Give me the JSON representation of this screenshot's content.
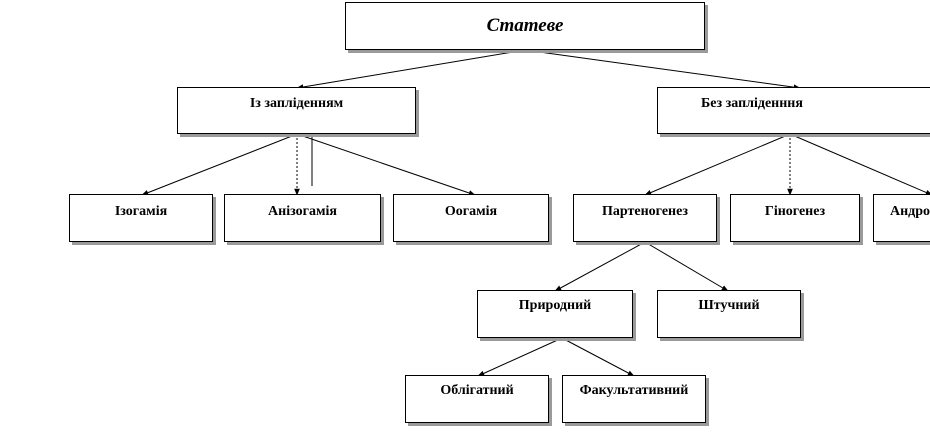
{
  "diagram": {
    "root": "Статеве",
    "level1": {
      "with_fertilization": "Із запліденням",
      "without_fertilization": "Без запліденння"
    },
    "with_fertilization_children": {
      "isogamy": "Ізогамія",
      "anisogamy": "Анізогамія",
      "oogamy": "Оогамія"
    },
    "without_fertilization_children": {
      "parthenogenesis": "Партеногенез",
      "gynogenesis": "Гіногенез",
      "androgenesis": "Андро"
    },
    "parthenogenesis_children": {
      "natural": "Природний",
      "artificial": "Штучний"
    },
    "natural_children": {
      "obligate": "Облігатний",
      "facultative": "Факультативний"
    },
    "colors": {
      "line": "#000000",
      "shadow": "#9a9a9a",
      "background": "#ffffff"
    }
  }
}
